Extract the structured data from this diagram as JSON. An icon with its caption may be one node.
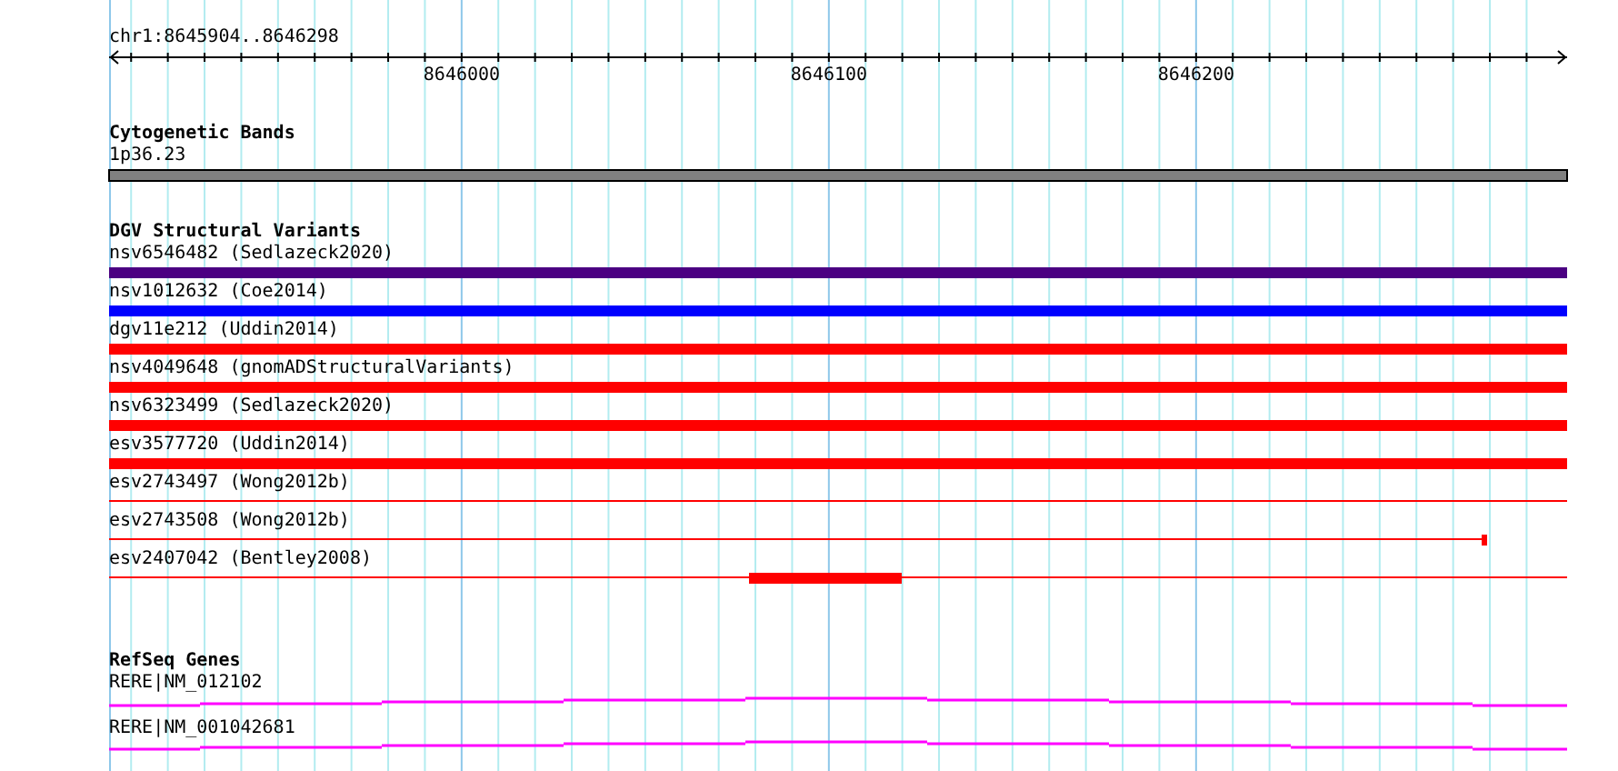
{
  "diagram": {
    "labels": [
      "chr1:8645904..8646298",
      "8646000",
      "8646100",
      "8646200",
      "Cytogenetic Bands",
      "1p36.23",
      "DGV Structural Variants",
      "nsv6546482 (Sedlazeck2020)",
      "nsv1012632 (Coe2014)",
      "dgv11e212 (Uddin2014)",
      "nsv4049648 (gnomADStructuralVariants)",
      "nsv6323499 (Sedlazeck2020)",
      "esv3577720 (Uddin2014)",
      "esv2743497 (Wong2012b)",
      "esv2743508 (Wong2012b)",
      "esv2407042 (Bentley2008)",
      "RefSeq Genes",
      "RERE|NM_012102",
      "RERE|NM_001042681"
    ]
  }
}
